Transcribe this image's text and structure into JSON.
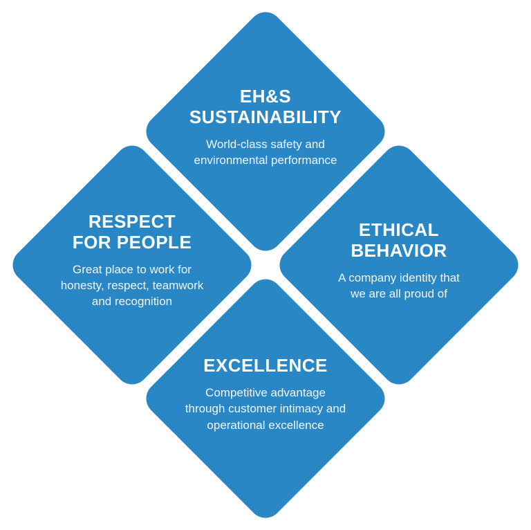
{
  "page": {
    "background_color": "#ffffff"
  },
  "diagram": {
    "type": "four-quadrant-diamond",
    "accent_color": "#2A87C5",
    "text_color": "#FFFFFF",
    "quadrants": [
      {
        "id": "top",
        "title": "EH&S\nSUSTAINABILITY",
        "subtitle": "World-class safety and\nenvironmental performance"
      },
      {
        "id": "left",
        "title": "RESPECT\nFOR PEOPLE",
        "subtitle": "Great place to work for\nhonesty, respect, teamwork\nand recognition"
      },
      {
        "id": "right",
        "title": "ETHICAL\nBEHAVIOR",
        "subtitle": "A company identity that\nwe are all proud of"
      },
      {
        "id": "bottom",
        "title": "EXCELLENCE",
        "subtitle": "Competitive advantage\nthrough customer intimacy and\noperational excellence"
      }
    ]
  }
}
